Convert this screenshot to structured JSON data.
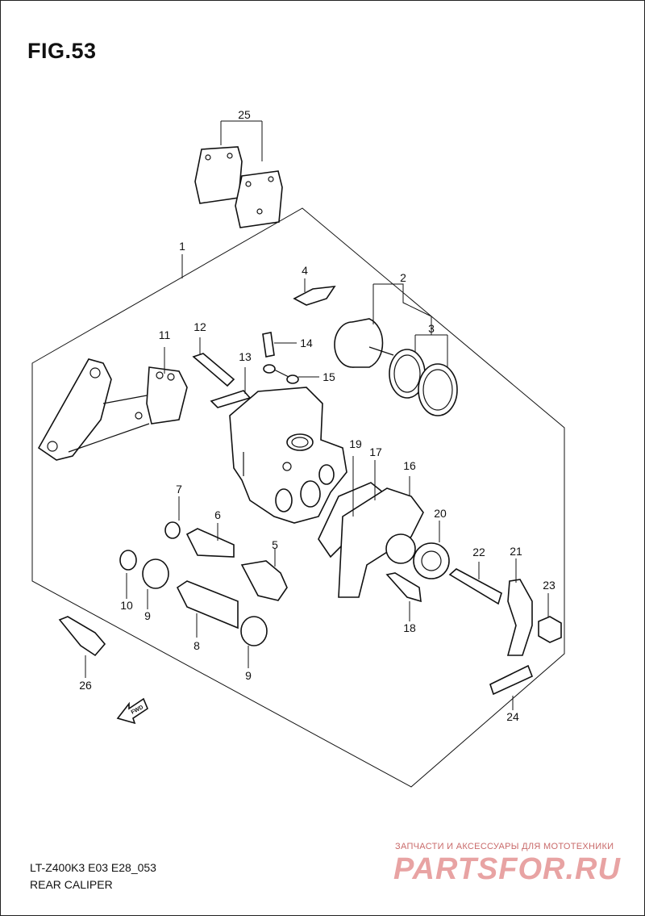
{
  "figure": {
    "title": "FIG.53",
    "model_code": "LT-Z400K3 E03 E28_053",
    "section": "REAR CALIPER"
  },
  "callouts": [
    {
      "number": "1"
    },
    {
      "number": "2"
    },
    {
      "number": "3"
    },
    {
      "number": "4"
    },
    {
      "number": "5"
    },
    {
      "number": "6"
    },
    {
      "number": "7"
    },
    {
      "number": "8"
    },
    {
      "number": "9"
    },
    {
      "number": "9"
    },
    {
      "number": "10"
    },
    {
      "number": "11"
    },
    {
      "number": "12"
    },
    {
      "number": "13"
    },
    {
      "number": "14"
    },
    {
      "number": "15"
    },
    {
      "number": "16"
    },
    {
      "number": "17"
    },
    {
      "number": "18"
    },
    {
      "number": "19"
    },
    {
      "number": "20"
    },
    {
      "number": "21"
    },
    {
      "number": "22"
    },
    {
      "number": "23"
    },
    {
      "number": "24"
    },
    {
      "number": "25"
    },
    {
      "number": "26"
    }
  ],
  "fwd_arrow": {
    "label": "FWD"
  },
  "watermark": {
    "tagline": "ЗАПЧАСТИ И АКСЕССУАРЫ ДЛЯ МОТОТЕХНИКИ",
    "brand": "PARTSFOR.RU",
    "color": "#e8a3a3"
  }
}
